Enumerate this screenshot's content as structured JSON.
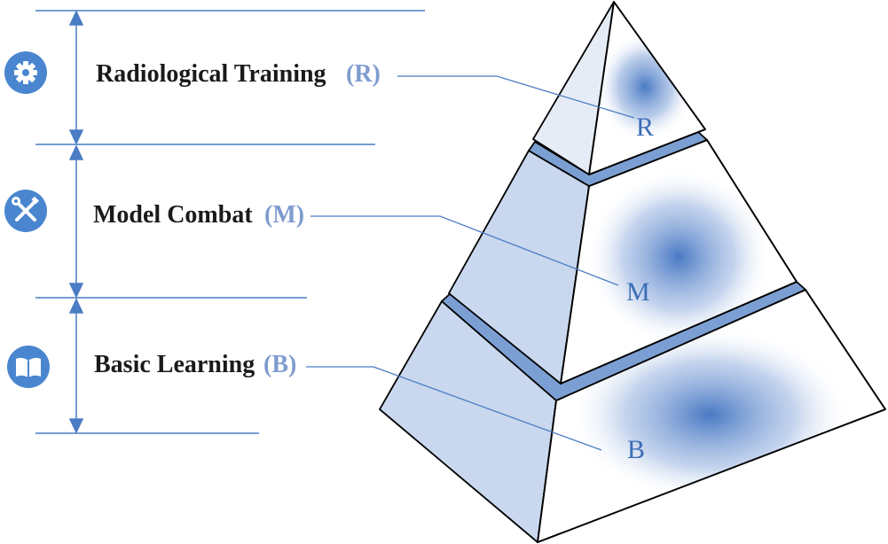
{
  "tiers": [
    {
      "key": "R",
      "title": "Radiological Training",
      "code": "(R)",
      "letter": "R",
      "icon": "gear-icon"
    },
    {
      "key": "M",
      "title": "Model Combat",
      "code": "(M)",
      "letter": "M",
      "icon": "wrench-screwdriver-icon"
    },
    {
      "key": "B",
      "title": "Basic Learning",
      "code": "(B)",
      "letter": "B",
      "icon": "open-book-icon"
    }
  ],
  "colors": {
    "line": "#4a7cc4",
    "icon_bg": "#4a86cf",
    "pyramid_left": "#c9d8ee",
    "pyramid_left_top": "#e6ecf6",
    "pyramid_band": "#7c9fd3",
    "blob": "#3f72c0",
    "label_code": "#7f9ccf",
    "letter": "#3b6db5"
  }
}
